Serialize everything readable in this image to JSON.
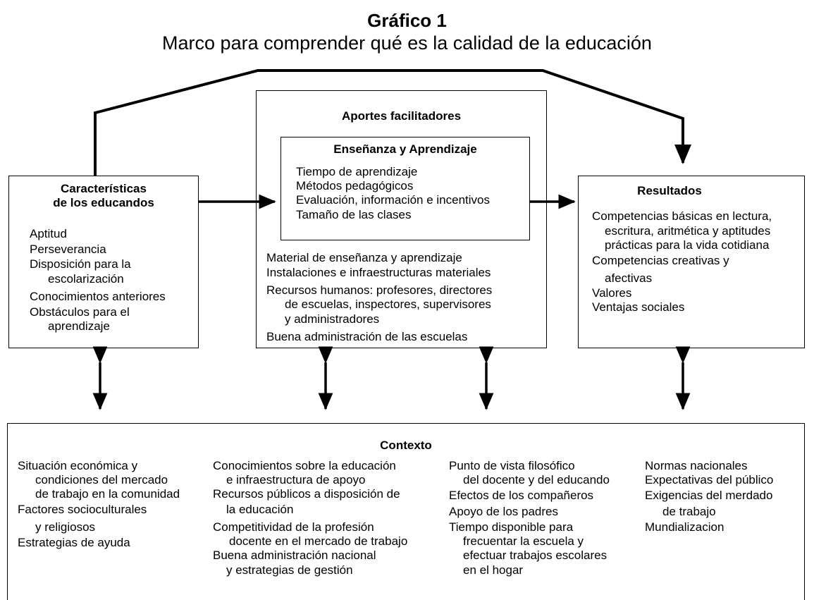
{
  "header": {
    "title": "Gráfico 1",
    "subtitle": "Marco para comprender qué es la calidad  de la educación"
  },
  "learners": {
    "title_l1": "Características",
    "title_l2": "de los educandos",
    "items": [
      "Aptitud",
      "Perseverancia",
      "Disposición para la",
      "escolarización",
      "Conocimientos anteriores",
      "Obstáculos para el",
      "aprendizaje"
    ]
  },
  "inputs": {
    "title": "Aportes facilitadores",
    "teaching": {
      "title": "Enseñanza y Aprendizaje",
      "items": [
        "Tiempo de aprendizaje",
        "Métodos pedagógicos",
        "Evaluación, información e incentivos",
        "Tamaño de las clases"
      ]
    },
    "items": [
      "Material de enseñanza y aprendizaje",
      "Instalaciones e infraestructuras materiales",
      "Recursos humanos: profesores, directores",
      "de escuelas, inspectores, supervisores",
      "y administradores",
      "Buena administración de las escuelas"
    ]
  },
  "outcomes": {
    "title": "Resultados",
    "items": [
      "Competencias básicas en lectura,",
      "escritura, aritmética y aptitudes",
      "prácticas para la vida cotidiana",
      "Competencias creativas y",
      "afectivas",
      "Valores",
      "Ventajas sociales"
    ]
  },
  "context": {
    "title": "Contexto",
    "col1": [
      "Situación económica y",
      "condiciones del mercado",
      "de trabajo en la comunidad",
      "Factores socioculturales",
      "y religiosos",
      "Estrategias de ayuda"
    ],
    "col2": [
      "Conocimientos sobre la educación",
      "e infraestructura de apoyo",
      "Recursos públicos a disposición de",
      "la educación",
      "Competitividad de la profesión",
      "docente en el mercado de trabajo",
      "Buena administración nacional",
      "y estrategias de gestión"
    ],
    "col3": [
      "Punto de vista filosófico",
      "del docente y del educando",
      "Efectos de los compañeros",
      "Apoyo de los padres",
      "Tiempo disponible para",
      "frecuentar la escuela y",
      "efectuar trabajos escolares",
      "en el hogar"
    ],
    "col4": [
      "Normas nacionales",
      "Expectativas del público",
      "Exigencias del merdado",
      "de trabajo",
      "Mundializacion"
    ]
  }
}
